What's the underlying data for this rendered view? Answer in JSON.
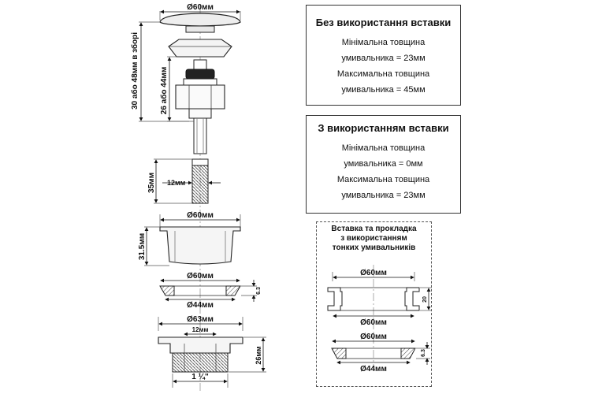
{
  "diagram": {
    "left": {
      "cap_diameter": "Ø60мм",
      "total_height": "30 або 48мм в зборі",
      "body_height": "26 або 44мм",
      "thread_dia": "12мм",
      "stem_length": "35мм",
      "flange_diameter": "Ø60мм",
      "flange_height": "31.5мм",
      "gasket_top": "Ø60мм",
      "gasket_thickness": "6.3",
      "gasket_bottom": "Ø44мм",
      "outlet_diameter": "Ø63мм",
      "outlet_inner": "12мм",
      "outlet_height": "26мм",
      "outlet_thread": "1 ¼\""
    },
    "box1": {
      "title": "Без використання вставки",
      "line1": "Мінімальна товщина",
      "line2": "умивальника = 23мм",
      "line3": "Максимальна товщина",
      "line4": "умивальника = 45мм"
    },
    "box2": {
      "title": "З використанням вставки",
      "line1": "Мінімальна товщина",
      "line2": "умивальника = 0мм",
      "line3": "Максимальна товщина",
      "line4": "умивальника = 23мм"
    },
    "box3": {
      "title1": "Вставка та прокладка",
      "title2": "з використанням",
      "title3": "тонких умивальників",
      "insert_top": "Ø60мм",
      "insert_height": "20",
      "insert_bottom": "Ø60мм",
      "gasket_top": "Ø60мм",
      "gasket_thickness": "6.3",
      "gasket_bottom": "Ø44мм"
    }
  }
}
